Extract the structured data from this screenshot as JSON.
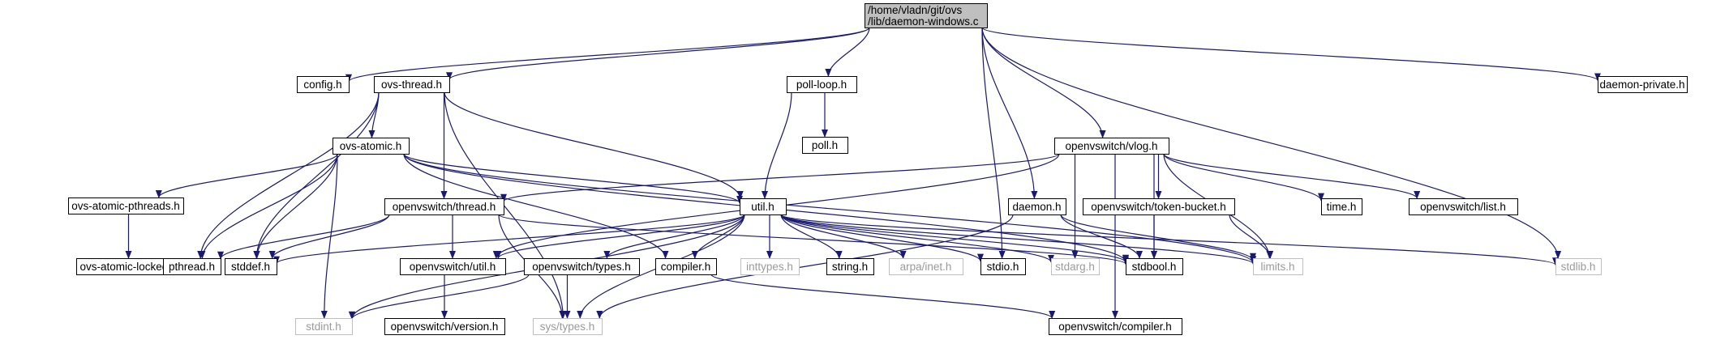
{
  "colors": {
    "edge": "#191970",
    "root_fill": "#bfbfbf",
    "node_border": "#000000",
    "missing_border": "#bfbfbf",
    "missing_text": "#9a9a9a"
  },
  "root": {
    "label_lines": [
      "/home/vladn/git/ovs",
      "/lib/daemon-windows.c"
    ]
  },
  "nodes": {
    "config_h": "config.h",
    "ovs_thread_h": "ovs-thread.h",
    "poll_loop_h": "poll-loop.h",
    "daemon_private_h": "daemon-private.h",
    "poll_h": "poll.h",
    "ovs_atomic_h": "ovs-atomic.h",
    "openvswitch_vlog_h": "openvswitch/vlog.h",
    "ovs_atomic_pthreads_h": "ovs-atomic-pthreads.h",
    "openvswitch_thread_h": "openvswitch/thread.h",
    "util_h": "util.h",
    "daemon_h": "daemon.h",
    "openvswitch_token_bucket_h": "openvswitch/token-bucket.h",
    "time_h": "time.h",
    "openvswitch_list_h": "openvswitch/list.h",
    "ovs_atomic_locked_h": "ovs-atomic-locked.h",
    "pthread_h": "pthread.h",
    "stddef_h": "stddef.h",
    "openvswitch_util_h": "openvswitch/util.h",
    "openvswitch_types_h": "openvswitch/types.h",
    "compiler_h": "compiler.h",
    "inttypes_h": "inttypes.h",
    "string_h": "string.h",
    "arpa_inet_h": "arpa/inet.h",
    "stdio_h": "stdio.h",
    "stdarg_h": "stdarg.h",
    "stdbool_h": "stdbool.h",
    "limits_h": "limits.h",
    "stdlib_h": "stdlib.h",
    "stdint_h": "stdint.h",
    "sys_types_h": "sys/types.h",
    "openvswitch_version_h": "openvswitch/version.h",
    "openvswitch_compiler_h": "openvswitch/compiler.h"
  },
  "edges": [
    [
      "root",
      "config_h"
    ],
    [
      "root",
      "ovs_thread_h"
    ],
    [
      "root",
      "poll_loop_h"
    ],
    [
      "root",
      "daemon_private_h"
    ],
    [
      "root",
      "openvswitch_vlog_h"
    ],
    [
      "root",
      "daemon_h"
    ],
    [
      "root",
      "stdio_h"
    ],
    [
      "root",
      "stdlib_h"
    ],
    [
      "poll_loop_h",
      "poll_h"
    ],
    [
      "poll_loop_h",
      "util_h"
    ],
    [
      "ovs_thread_h",
      "ovs_atomic_h"
    ],
    [
      "ovs_thread_h",
      "openvswitch_thread_h"
    ],
    [
      "ovs_thread_h",
      "util_h"
    ],
    [
      "ovs_thread_h",
      "pthread_h"
    ],
    [
      "ovs_thread_h",
      "stddef_h"
    ],
    [
      "ovs_thread_h",
      "sys_types_h"
    ],
    [
      "ovs_atomic_h",
      "ovs_atomic_pthreads_h"
    ],
    [
      "ovs_atomic_h",
      "util_h"
    ],
    [
      "ovs_atomic_h",
      "compiler_h"
    ],
    [
      "ovs_atomic_h",
      "pthread_h"
    ],
    [
      "ovs_atomic_h",
      "stddef_h"
    ],
    [
      "ovs_atomic_h",
      "stdbool_h"
    ],
    [
      "ovs_atomic_h",
      "limits_h"
    ],
    [
      "ovs_atomic_h",
      "stdint_h"
    ],
    [
      "ovs_atomic_pthreads_h",
      "ovs_atomic_locked_h"
    ],
    [
      "openvswitch_vlog_h",
      "openvswitch_thread_h"
    ],
    [
      "openvswitch_vlog_h",
      "openvswitch_token_bucket_h"
    ],
    [
      "openvswitch_vlog_h",
      "time_h"
    ],
    [
      "openvswitch_vlog_h",
      "openvswitch_list_h"
    ],
    [
      "openvswitch_vlog_h",
      "openvswitch_util_h"
    ],
    [
      "openvswitch_vlog_h",
      "stdarg_h"
    ],
    [
      "openvswitch_vlog_h",
      "stdbool_h"
    ],
    [
      "openvswitch_vlog_h",
      "limits_h"
    ],
    [
      "openvswitch_vlog_h",
      "openvswitch_compiler_h"
    ],
    [
      "openvswitch_thread_h",
      "pthread_h"
    ],
    [
      "openvswitch_thread_h",
      "stddef_h"
    ],
    [
      "openvswitch_thread_h",
      "openvswitch_util_h"
    ],
    [
      "openvswitch_thread_h",
      "stdbool_h"
    ],
    [
      "openvswitch_thread_h",
      "sys_types_h"
    ],
    [
      "util_h",
      "stddef_h"
    ],
    [
      "util_h",
      "openvswitch_util_h"
    ],
    [
      "util_h",
      "openvswitch_types_h"
    ],
    [
      "util_h",
      "compiler_h"
    ],
    [
      "util_h",
      "inttypes_h"
    ],
    [
      "util_h",
      "string_h"
    ],
    [
      "util_h",
      "arpa_inet_h"
    ],
    [
      "util_h",
      "stdio_h"
    ],
    [
      "util_h",
      "stdarg_h"
    ],
    [
      "util_h",
      "stdbool_h"
    ],
    [
      "util_h",
      "limits_h"
    ],
    [
      "util_h",
      "stdlib_h"
    ],
    [
      "util_h",
      "stdint_h"
    ],
    [
      "util_h",
      "sys_types_h"
    ],
    [
      "daemon_h",
      "stdbool_h"
    ],
    [
      "daemon_h",
      "limits_h"
    ],
    [
      "daemon_h",
      "sys_types_h"
    ],
    [
      "openvswitch_token_bucket_h",
      "stdbool_h"
    ],
    [
      "openvswitch_token_bucket_h",
      "limits_h"
    ],
    [
      "openvswitch_util_h",
      "openvswitch_version_h"
    ],
    [
      "openvswitch_types_h",
      "stdint_h"
    ],
    [
      "openvswitch_types_h",
      "sys_types_h"
    ],
    [
      "compiler_h",
      "openvswitch_compiler_h"
    ]
  ]
}
